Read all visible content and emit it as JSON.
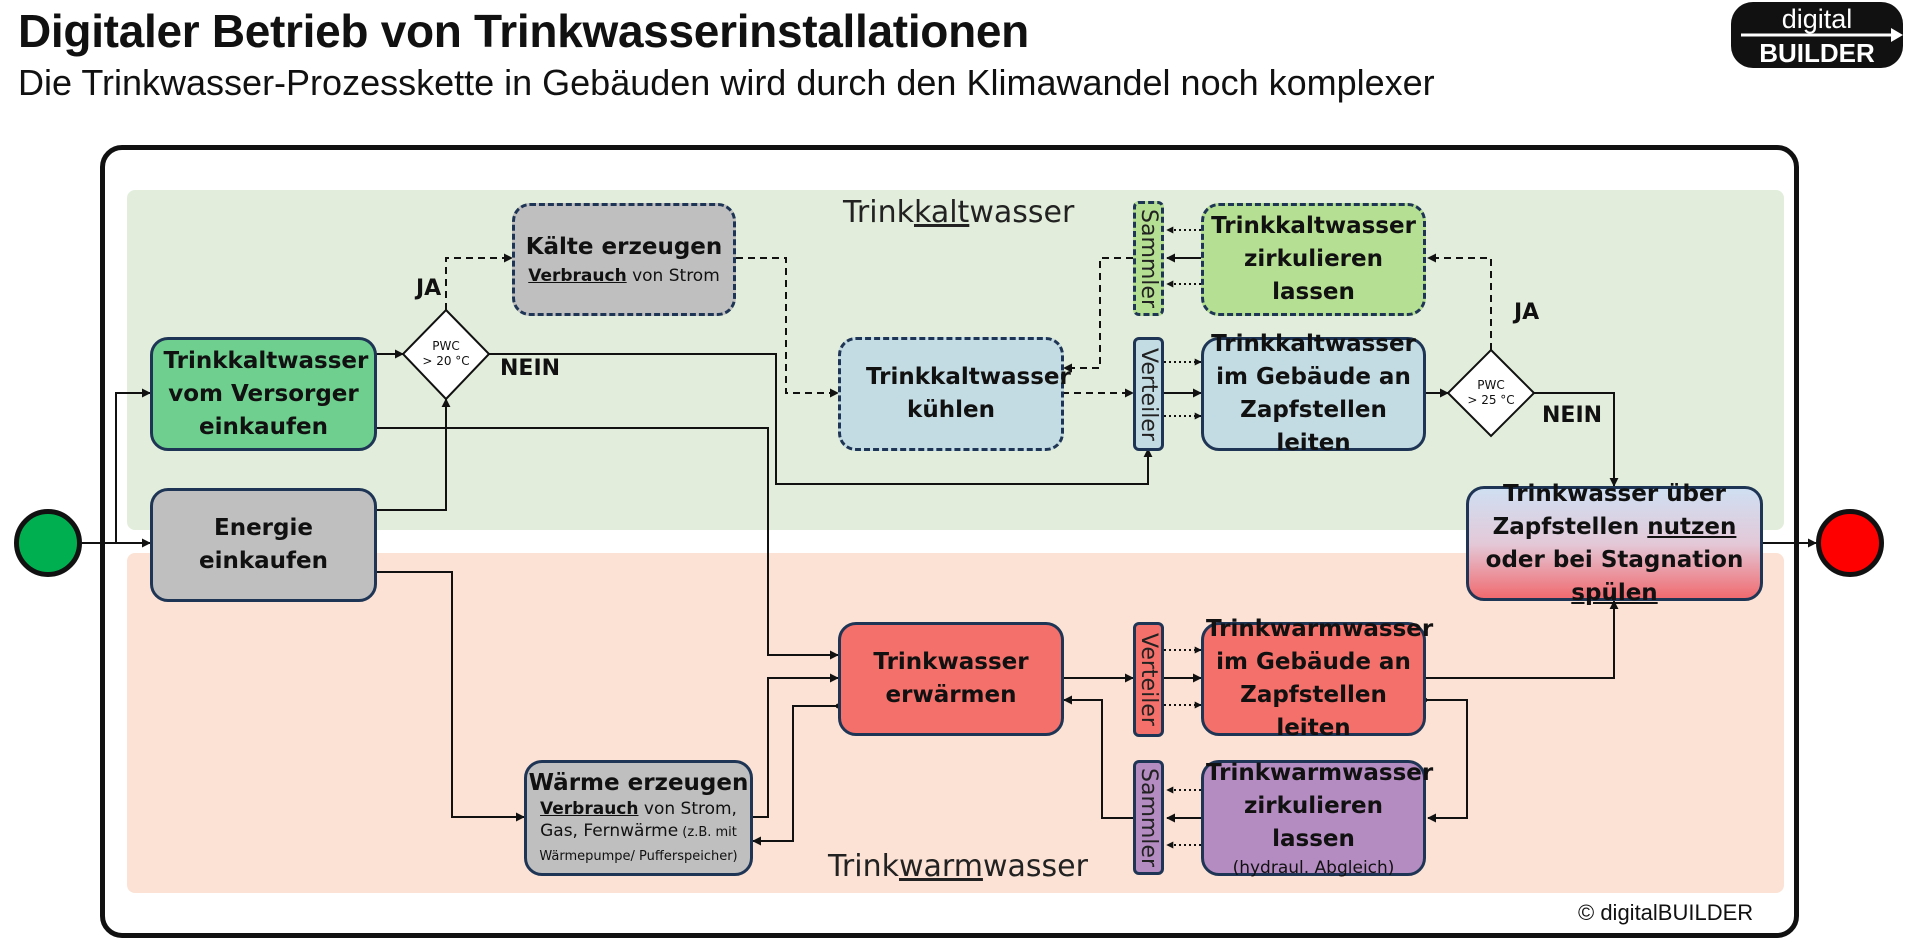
{
  "title": "Digitaler Betrieb von Trinkwasserinstallationen",
  "subtitle": "Die Trinkwasser-Prozesskette in Gebäuden wird durch den Klimawandel noch komplexer",
  "logo": {
    "line1": "digital",
    "line2": "BUILDER"
  },
  "zones": {
    "cold": {
      "pre": "Trink",
      "mid": "kalt",
      "post": "wasser",
      "color": "#e2eedb"
    },
    "warm": {
      "pre": "Trink",
      "mid": "warm",
      "post": "wasser",
      "color": "#fbe2d5"
    }
  },
  "nodes": {
    "kaltwasser_einkaufen": "Trinkkaltwasser vom Versorger einkaufen",
    "energie_einkaufen": "Energie einkaufen",
    "kaelte_erzeugen": {
      "title": "Kälte erzeugen",
      "verbrauch": "Verbrauch",
      "rest": " von Strom"
    },
    "kaltwasser_kuehlen": "Trinkkaltwasser kühlen",
    "kaltwasser_zirkulieren": "Trinkkaltwasser zirkulieren lassen",
    "kaltwasser_leiten": "Trinkkaltwasser im Gebäude an Zapfstellen leiten",
    "nutzen": {
      "part1": "Trinkwasser über Zapfstellen ",
      "nutzen": "nutzen",
      "part2": " oder bei Stagnation ",
      "spuelen": "spülen"
    },
    "trinkwasser_erwaermen": "Trinkwasser erwärmen",
    "waerme_erzeugen": {
      "title": "Wärme erzeugen",
      "verbrauch": "Verbrauch",
      "rest1": " von Strom,",
      "rest2": "Gas, Fernwärme",
      "small": " (z.B. mit Wärmepumpe/  Pufferspeicher)"
    },
    "warmwasser_leiten": "Trinkwarmwasser im Gebäude an Zapfstellen leiten",
    "warmwasser_zirkulieren": {
      "title": "Trinkwarmwasser zirkulieren lassen",
      "note": "(hydraul. Abgleich)"
    }
  },
  "bars": {
    "sammler": "Sammler",
    "verteiler": "Verteiler"
  },
  "decisions": {
    "d1": {
      "line1": "PWC",
      "line2": "> 20 °C",
      "yes": "JA",
      "no": "NEIN"
    },
    "d2": {
      "line1": "PWC",
      "line2": "> 25 °C",
      "yes": "JA",
      "no": "NEIN"
    }
  },
  "colors": {
    "start": "#00b050",
    "end": "#ff0000",
    "green_node": "#6fcf8f",
    "grey_node": "#bfbfbf",
    "blue_node": "#c3dbe3",
    "light_green_node": "#b5df93",
    "red_node": "#f4706a",
    "purple_node": "#b58cc2",
    "border": "#1f3555"
  },
  "copyright": "© digitalBUILDER"
}
